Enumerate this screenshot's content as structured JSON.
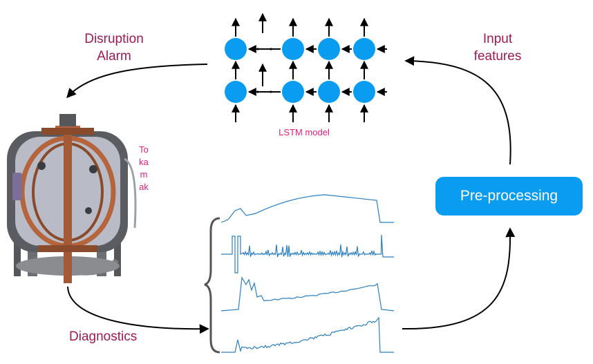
{
  "labels": {
    "disruption_alarm": "Disruption\nAlarm",
    "input_features": "Input\nfeatures",
    "diagnostics": "Diagnostics",
    "lstm_model": "LSTM model",
    "tokamak": "Tokamak"
  },
  "preprocessing": {
    "label": "Pre-processing"
  },
  "colors": {
    "label_text": "#9c1a55",
    "accent_text": "#e0207a",
    "node": "#0a9cf0",
    "signal": "#2a7fc0",
    "copper": "#b5643c",
    "steel": "#9aa0aa"
  },
  "lstm": {
    "rows": 2,
    "columns_visible": 4,
    "ellipsis": "· · ·"
  },
  "signals": {
    "count": 4
  }
}
